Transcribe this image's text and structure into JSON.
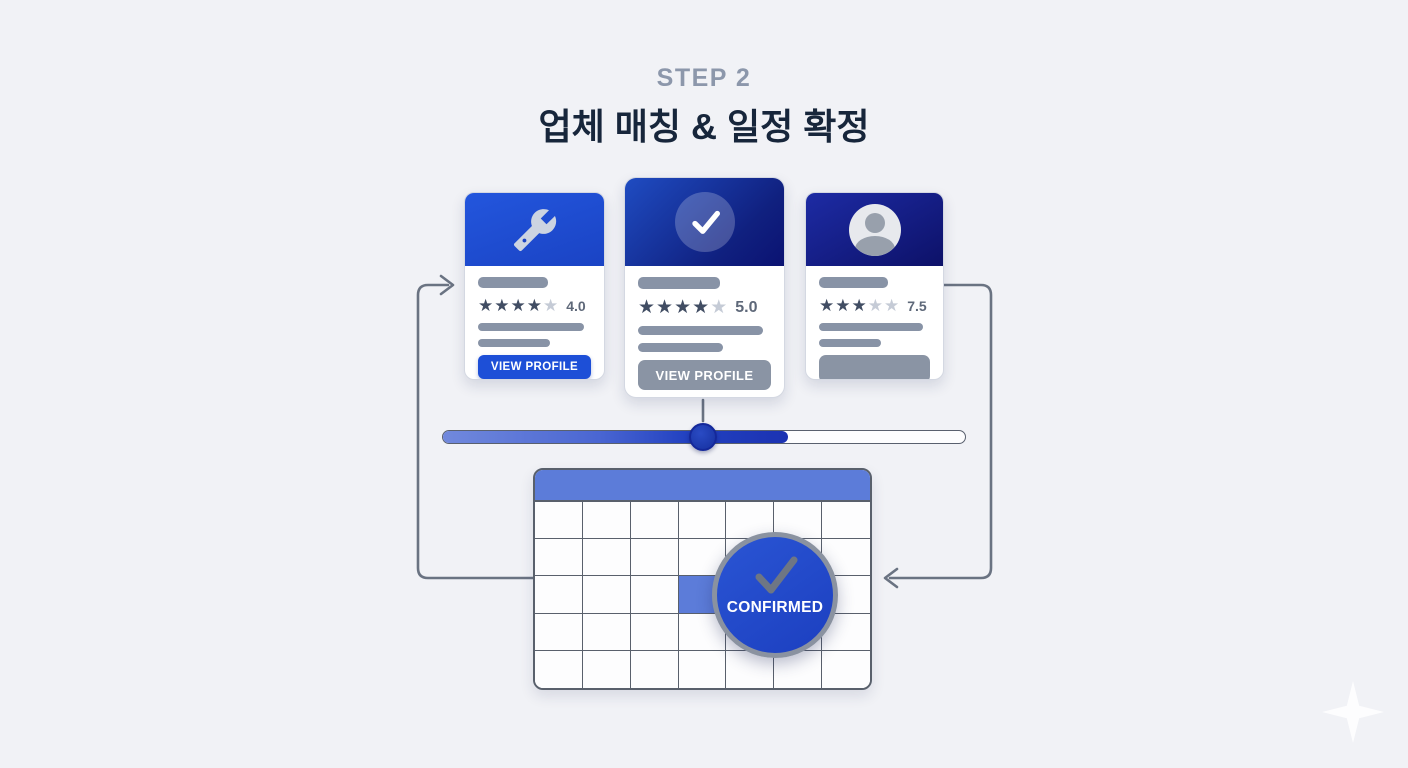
{
  "header": {
    "step_label": "STEP 2",
    "title": "업체 매칭 & 일정 확정"
  },
  "cards": [
    {
      "icon": "wrench-icon",
      "stars_filled": 4,
      "stars_total": 5,
      "rating_value": "4.0",
      "button_label": "VIEW PROFILE"
    },
    {
      "icon": "check-icon",
      "stars_filled": 4,
      "stars_total": 5,
      "rating_value": "5.0",
      "button_label": "VIEW PROFILE"
    },
    {
      "icon": "person-icon",
      "stars_filled": 3,
      "stars_total": 5,
      "rating_value": "7.5",
      "button_label": ""
    }
  ],
  "slider": {
    "fill_percent": 66,
    "knob_percent": 50
  },
  "calendar": {
    "columns": 7,
    "rows": 5,
    "highlighted_cell": {
      "row": 3,
      "column": 4
    }
  },
  "confirmed_badge": {
    "label": "CONFIRMED"
  },
  "colors": {
    "background": "#f1f2f6",
    "primary_blue": "#1d4fd7",
    "dark_navy": "#0b1272",
    "calendar_blue": "#5c7cd9",
    "placeholder_gray": "#8893a6",
    "connector_gray": "#6a7382",
    "star_filled": "#414d63",
    "star_empty": "#c5cbd6"
  }
}
